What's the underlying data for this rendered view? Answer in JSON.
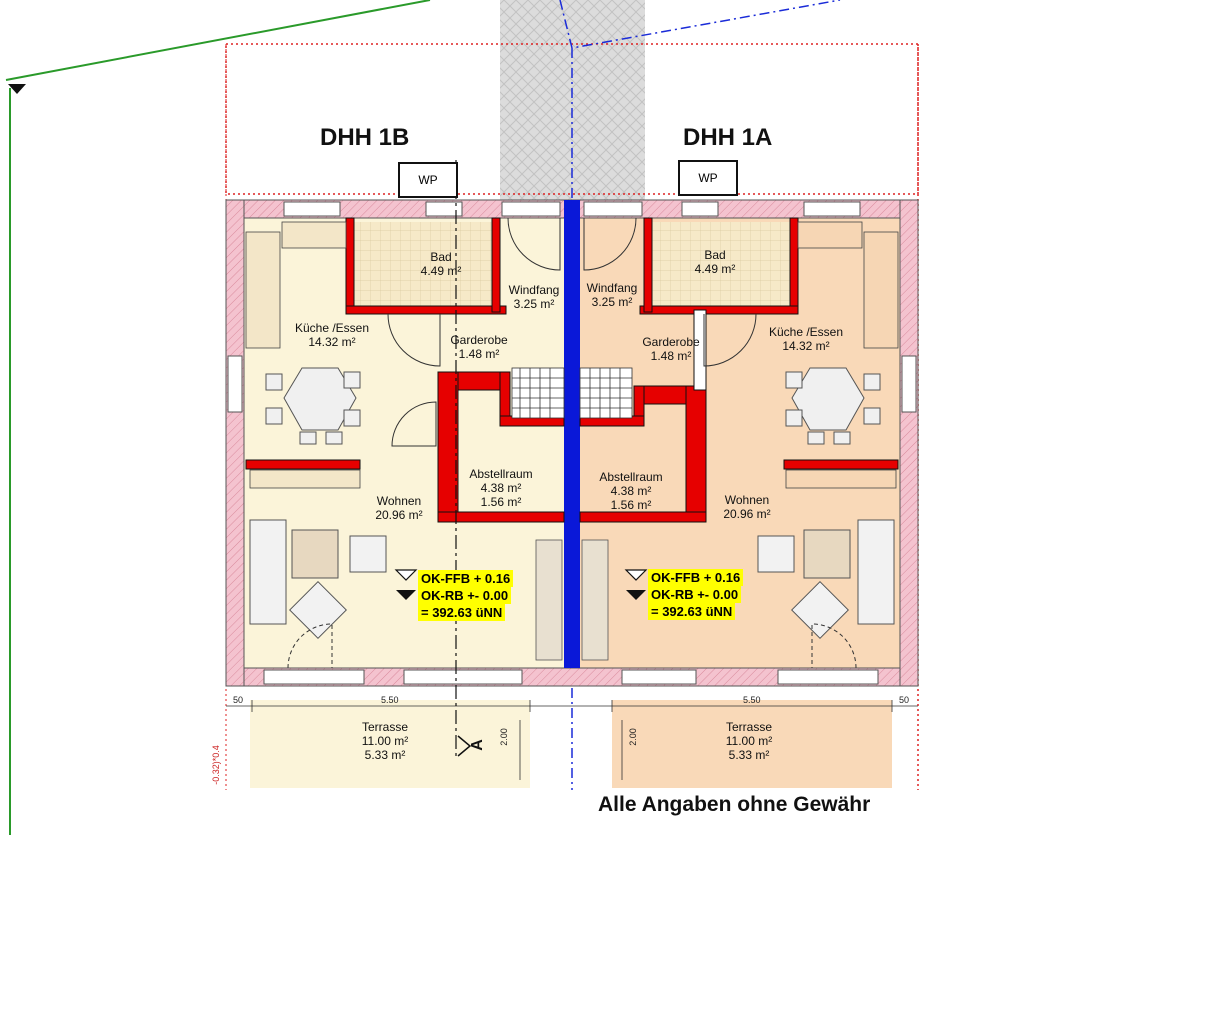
{
  "houses": {
    "left": {
      "title": "DHH 1B",
      "wp": "WP",
      "rooms": {
        "bad": {
          "name": "Bad",
          "area": "4.49 m²"
        },
        "windfang": {
          "name": "Windfang",
          "area": "3.25 m²"
        },
        "kueche": {
          "name": "Küche /Essen",
          "area": "14.32 m²"
        },
        "garderobe": {
          "name": "Garderobe",
          "area": "1.48 m²"
        },
        "abstell": {
          "name": "Abstellraum",
          "area1": "4.38 m²",
          "area2": "1.56 m²"
        },
        "wohnen": {
          "name": "Wohnen",
          "area": "20.96 m²"
        },
        "terrasse": {
          "name": "Terrasse",
          "area1": "11.00 m²",
          "area2": "5.33 m²"
        }
      },
      "level": {
        "ffb": "OK-FFB + 0.16",
        "rb": "OK-RB +- 0.00",
        "nn": "= 392.63 üNN"
      },
      "dims": {
        "a": "50",
        "b": "5.50",
        "c": "2.00"
      }
    },
    "right": {
      "title": "DHH 1A",
      "wp": "WP",
      "rooms": {
        "bad": {
          "name": "Bad",
          "area": "4.49 m²"
        },
        "windfang": {
          "name": "Windfang",
          "area": "3.25 m²"
        },
        "kueche": {
          "name": "Küche /Essen",
          "area": "14.32 m²"
        },
        "garderobe": {
          "name": "Garderobe",
          "area": "1.48 m²"
        },
        "abstell": {
          "name": "Abstellraum",
          "area1": "4.38 m²",
          "area2": "1.56 m²"
        },
        "wohnen": {
          "name": "Wohnen",
          "area": "20.96 m²"
        },
        "terrasse": {
          "name": "Terrasse",
          "area1": "11.00 m²",
          "area2": "5.33 m²"
        }
      },
      "level": {
        "ffb": "OK-FFB + 0.16",
        "rb": "OK-RB +- 0.00",
        "nn": "= 392.63 üNN"
      },
      "dims": {
        "a": "50",
        "b": "5.50",
        "c": "2.00"
      }
    }
  },
  "section_marker": "A",
  "side_dim": "-0.32)*0.4",
  "disclaimer": "Alle Angaben ohne Gewähr",
  "colors": {
    "left_floor": "#fbf4d9",
    "right_floor": "#f9d9b8",
    "wall_pink": "#f4c3cf",
    "wall_red": "#e60000",
    "party_wall": "#0a18d8",
    "boundary_green": "#2a9a2a",
    "lot_line_red": "#d22",
    "highlight": "#ffff00"
  }
}
